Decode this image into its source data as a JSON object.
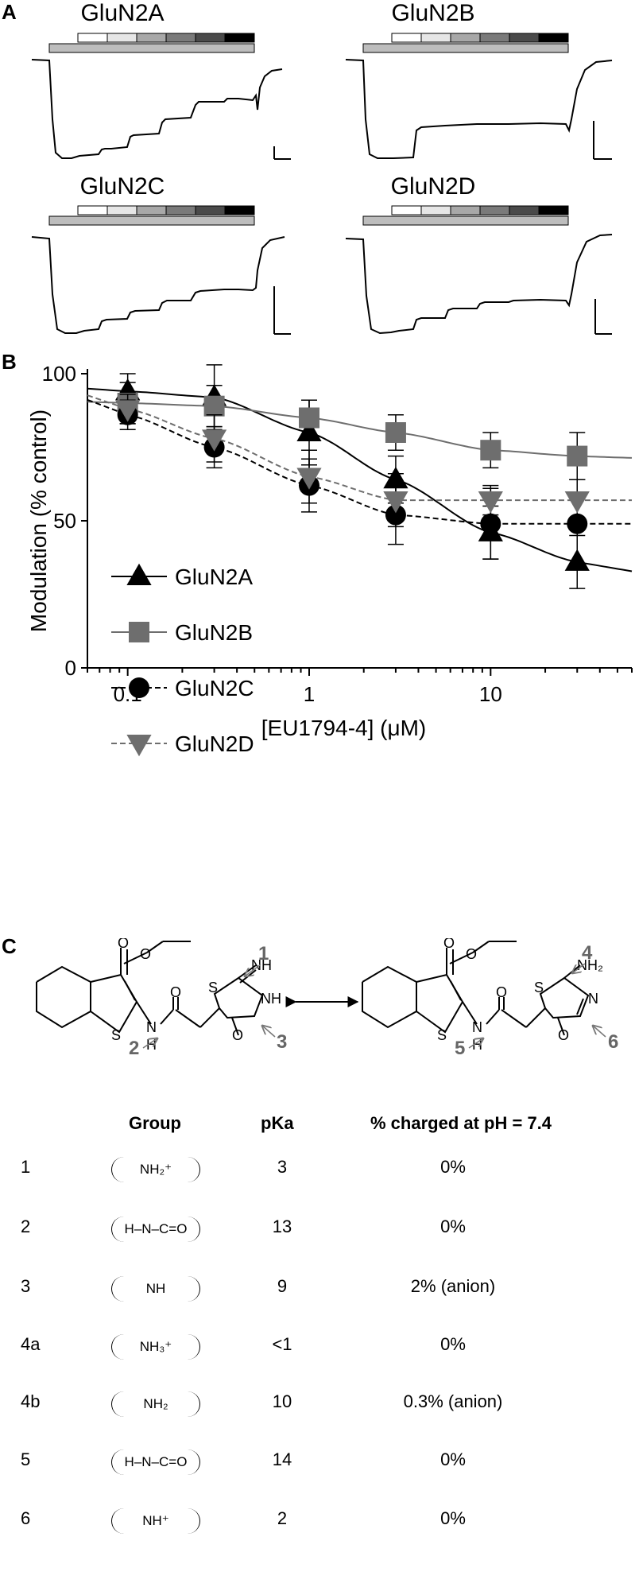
{
  "panels": {
    "a": "A",
    "b": "B",
    "c": "C"
  },
  "traces": [
    {
      "title": "GluN2A"
    },
    {
      "title": "GluN2B"
    },
    {
      "title": "GluN2C"
    },
    {
      "title": "GluN2D"
    }
  ],
  "chart_data": {
    "type": "scatter",
    "title": "",
    "xlabel": "[EU1794-4] (μM)",
    "ylabel": "Modulation (% control)",
    "xscale": "log",
    "xlim": [
      0.06,
      60
    ],
    "ylim": [
      0,
      100
    ],
    "xticks": [
      "0.1",
      "1",
      "10"
    ],
    "yticks": [
      "0",
      "50",
      "100"
    ],
    "x": [
      0.1,
      0.3,
      1,
      3,
      10,
      30
    ],
    "legend_position": "left",
    "series": [
      {
        "name": "GluN2A",
        "marker": "triangle-up",
        "color": "#000000",
        "line": "solid",
        "values": [
          94,
          92,
          80,
          64,
          46,
          36
        ],
        "errors": [
          6,
          11,
          11,
          8,
          9,
          9
        ]
      },
      {
        "name": "GluN2B",
        "marker": "square",
        "color": "#6e6e6e",
        "line": "solid",
        "values": [
          90,
          89,
          85,
          80,
          74,
          72
        ],
        "errors": [
          7,
          7,
          6,
          6,
          6,
          8
        ]
      },
      {
        "name": "GluN2C",
        "marker": "circle",
        "color": "#000000",
        "line": "dashed",
        "values": [
          86,
          75,
          62,
          52,
          49,
          49
        ],
        "errors": [
          5,
          7,
          9,
          10,
          12,
          15
        ]
      },
      {
        "name": "GluN2D",
        "marker": "triangle-down",
        "color": "#6e6e6e",
        "line": "dashed",
        "values": [
          88,
          78,
          65,
          57,
          57,
          57
        ],
        "errors": [
          5,
          8,
          9,
          9,
          5,
          7
        ]
      }
    ]
  },
  "structures": {
    "labels": [
      "1",
      "2",
      "3",
      "4",
      "5",
      "6"
    ],
    "left_atoms": [
      "O",
      "O",
      "S",
      "N",
      "H",
      "O",
      "S",
      "NH",
      "NH",
      "O"
    ],
    "right_atoms": [
      "O",
      "O",
      "S",
      "N",
      "H",
      "O",
      "S",
      "NH₂",
      "N",
      "O"
    ]
  },
  "table": {
    "headers": [
      "Group",
      "pKa",
      "% charged at pH = 7.4"
    ],
    "rows": [
      {
        "id": "1",
        "group": "NH₂⁺",
        "pka": "3",
        "charged": "0%"
      },
      {
        "id": "2",
        "group": "H–N–C=O",
        "pka": "13",
        "charged": "0%"
      },
      {
        "id": "3",
        "group": "NH",
        "pka": "9",
        "charged": "2% (anion)"
      },
      {
        "id": "4a",
        "group": "NH₃⁺",
        "pka": "<1",
        "charged": "0%"
      },
      {
        "id": "4b",
        "group": "NH₂",
        "pka": "10",
        "charged": "0.3% (anion)"
      },
      {
        "id": "5",
        "group": "H–N–C=O",
        "pka": "14",
        "charged": "0%"
      },
      {
        "id": "6",
        "group": "NH⁺",
        "pka": "2",
        "charged": "0%"
      }
    ]
  }
}
